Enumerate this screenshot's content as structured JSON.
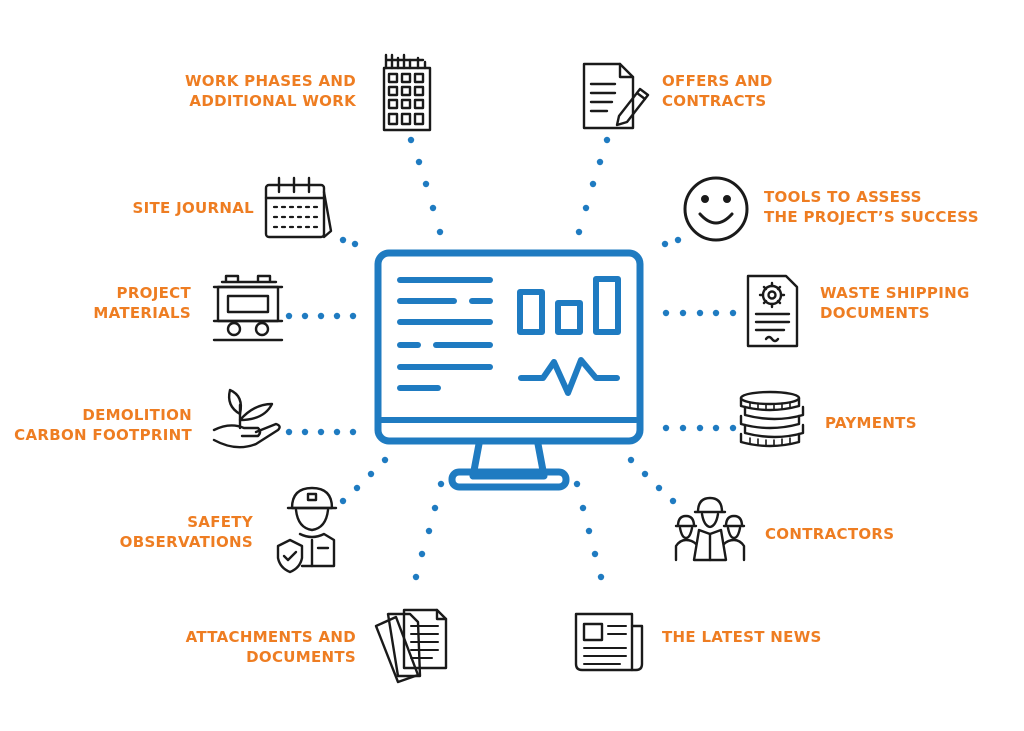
{
  "colors": {
    "accent_orange": "#ee7d22",
    "monitor_blue": "#1f7bc1",
    "connector_blue": "#1f7bc1",
    "icon_black": "#1a1a1a"
  },
  "center": {
    "icon": "monitor-dashboard-icon"
  },
  "items": [
    {
      "key": "work-phases",
      "label": "WORK PHASES AND\nADDITIONAL WORK",
      "icon": "building-icon"
    },
    {
      "key": "offers",
      "label": "OFFERS AND\nCONTRACTS",
      "icon": "contract-pen-icon"
    },
    {
      "key": "site-journal",
      "label": "SITE JOURNAL",
      "icon": "calendar-icon"
    },
    {
      "key": "tools-assess",
      "label": "TOOLS TO ASSESS\nTHE PROJECT’S SUCCESS",
      "icon": "smiley-icon"
    },
    {
      "key": "project-materials",
      "label": "PROJECT\nMATERIALS",
      "icon": "cart-wagon-icon"
    },
    {
      "key": "waste-shipping",
      "label": "WASTE SHIPPING\nDOCUMENTS",
      "icon": "certificate-document-icon"
    },
    {
      "key": "demolition-carbon",
      "label": "DEMOLITION\nCARBON FOOTPRINT",
      "icon": "plant-hand-icon"
    },
    {
      "key": "payments",
      "label": "PAYMENTS",
      "icon": "coin-stack-icon"
    },
    {
      "key": "safety",
      "label": "SAFETY\nOBSERVATIONS",
      "icon": "worker-shield-icon"
    },
    {
      "key": "contractors",
      "label": "CONTRACTORS",
      "icon": "workers-group-icon"
    },
    {
      "key": "attachments",
      "label": "ATTACHMENTS AND\nDOCUMENTS",
      "icon": "documents-stack-icon"
    },
    {
      "key": "latest-news",
      "label": "THE LATEST NEWS",
      "icon": "newspaper-icon"
    }
  ]
}
